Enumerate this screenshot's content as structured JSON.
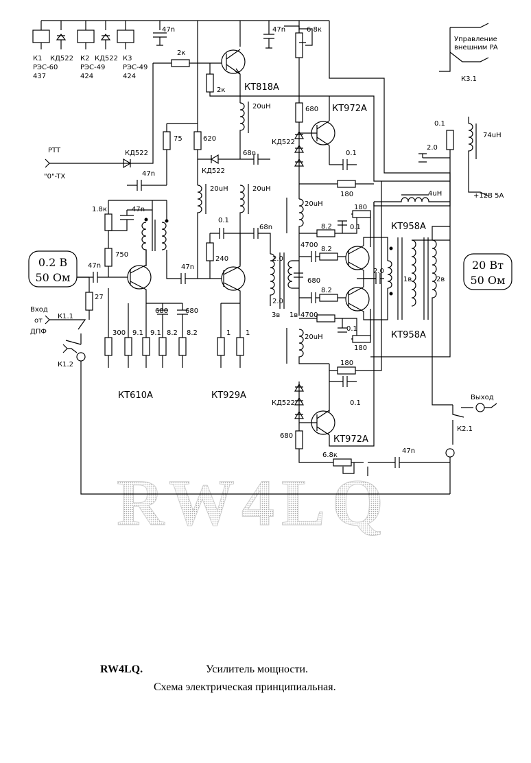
{
  "watermark": "RW4LQ",
  "caption": {
    "author": "RW4LQ.",
    "title": "Усилитель мощности.",
    "subtitle": "Схема электрическая принципиальная."
  },
  "boxes": {
    "input": {
      "line1": "0.2 В",
      "line2": "50 Ом"
    },
    "output": {
      "line1": "20 Вт",
      "line2": "50 Ом"
    }
  },
  "relays": [
    {
      "name": "К1",
      "type": "РЭС-60",
      "code": "437"
    },
    {
      "name": "К2",
      "type": "РЭС-49",
      "code": "424"
    },
    {
      "name": "К3",
      "type": "РЭС-49",
      "code": "424"
    }
  ],
  "diode_type": "КД522",
  "labels": {
    "c47n_top": "47n",
    "c47n_top2": "47n",
    "r68k": "6.8к",
    "ext_ctrl_1": "Управление",
    "ext_ctrl_2": "внешним PA",
    "k31": "К3.1",
    "r2k_h": "2к",
    "r2k_v": "2к",
    "q_kt818": "КТ818А",
    "l20_1": "20uH",
    "r680_1": "680",
    "q_kt972_top": "КТ972А",
    "ptt": "PTT",
    "ptt_sub": "\"0\"-TX",
    "d_kd522_ptt": "КД522",
    "r75": "75",
    "r620": "620",
    "d_kd522_mid": "КД522",
    "c68n_1": "68n",
    "d_kd522_top": "КД522",
    "c01_1": "0.1",
    "c01_top": "0.1",
    "c20_top": "2.0",
    "l74": "74uH",
    "pwr": "+12В  5А",
    "c47n_mid": "47n",
    "l20_2": "20uH",
    "l20_3": "20uH",
    "r180_1": "180",
    "l4": "4uH",
    "r18k": "1.8к",
    "c47n_l": "47n",
    "c01_2": "0.1",
    "c68n_2": "68n",
    "l20_4": "20uH",
    "r180_2": "180",
    "r82_1": "8.2",
    "c01_3": "0.1",
    "q_kt958_top": "КТ958А",
    "r750": "750",
    "r240": "240",
    "c4700_1": "4700",
    "r82_2": "8.2",
    "c20_a": "2.0",
    "c47n_in": "47n",
    "c47n_mid2": "47n",
    "c680": "680",
    "tr1": "1в",
    "tr2": "2в",
    "c20_b": "2.0",
    "r27": "27",
    "c20_c": "2.0",
    "c4700_2": "4700",
    "r82_3": "8.2",
    "tr_3v": "3в",
    "tr_1v": "1в",
    "c01_4": "0.1",
    "vhod1": "Вход",
    "vhod2": "от",
    "vhod3": "ДПФ",
    "k11": "К1.1",
    "k12": "К1.2",
    "c680_a": "680",
    "c680_b": "680",
    "r300": "300",
    "r91_1": "9.1",
    "r91_2": "9.1",
    "r82_4": "8.2",
    "r82_5": "8.2",
    "r1_1": "1",
    "r1_2": "1",
    "r180_3": "180",
    "q_kt958_bot": "КТ958А",
    "l20_5": "20uH",
    "r180_4": "180",
    "c01_5": "0.1",
    "d_kd522_bot": "КД522",
    "q_kt610": "КТ610А",
    "q_kt929": "КТ929А",
    "vyhod": "Выход",
    "k21": "К2.1",
    "r680_2": "680",
    "q_kt972_bot": "КТ972А",
    "c47n_bot": "47n",
    "r68k_bot": "6.8к"
  }
}
